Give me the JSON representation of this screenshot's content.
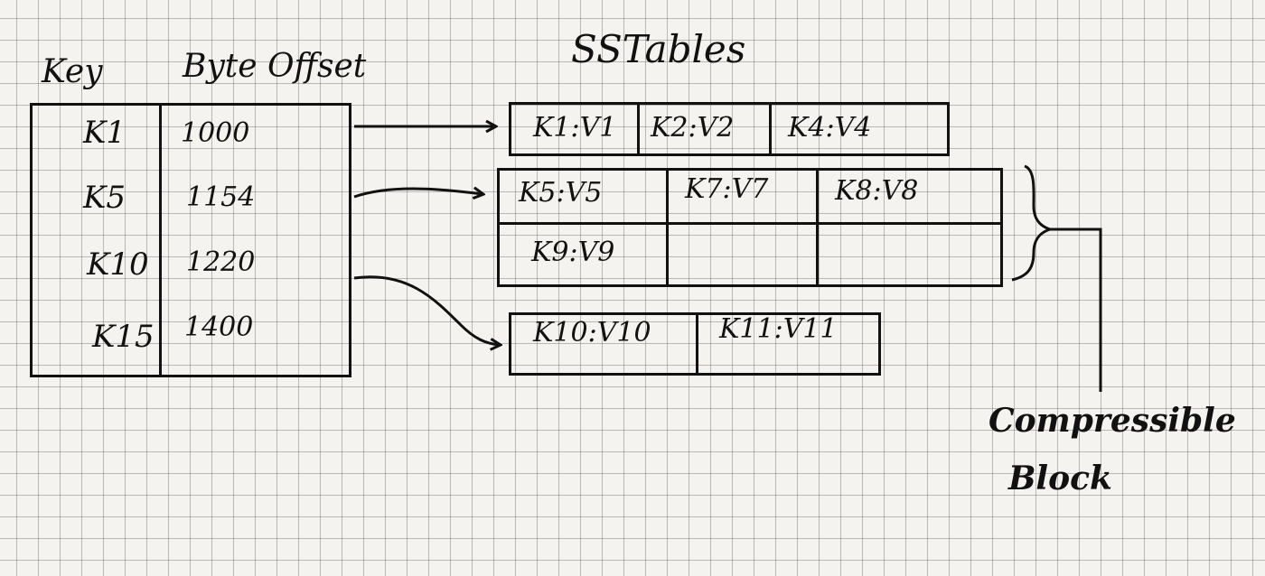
{
  "title": "SSTables",
  "index_table": {
    "headers": {
      "key": "Key",
      "offset": "Byte Offset"
    },
    "rows": [
      {
        "key": "K1",
        "offset": "1000"
      },
      {
        "key": "K5",
        "offset": "1154"
      },
      {
        "key": "K10",
        "offset": "1220"
      },
      {
        "key": "K15",
        "offset": "1400"
      }
    ]
  },
  "sstables": {
    "block1": [
      "K1:V1",
      "K2:V2",
      "K4:V4"
    ],
    "block2_row1": [
      "K5:V5",
      "K7:V7",
      "K8:V8"
    ],
    "block2_row2": [
      "K9:V9",
      "",
      ""
    ],
    "block3": [
      "K10:V10",
      "K11:V11"
    ]
  },
  "brace_label": {
    "line1": "Compressible",
    "line2": "Block"
  }
}
